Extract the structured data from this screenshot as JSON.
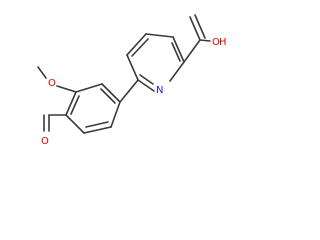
{
  "atom_labels": {
    "carboxyl_oh_o": "O",
    "carboxyl_oh_h": "H",
    "pyridine_n": "N",
    "ester_methoxy_o": "O",
    "ester_carbonyl_o": "O"
  },
  "colors": {
    "bond": "#3a3a3a",
    "oxygen": "#e00000",
    "nitrogen": "#2020e0",
    "background": "#ffffff"
  }
}
